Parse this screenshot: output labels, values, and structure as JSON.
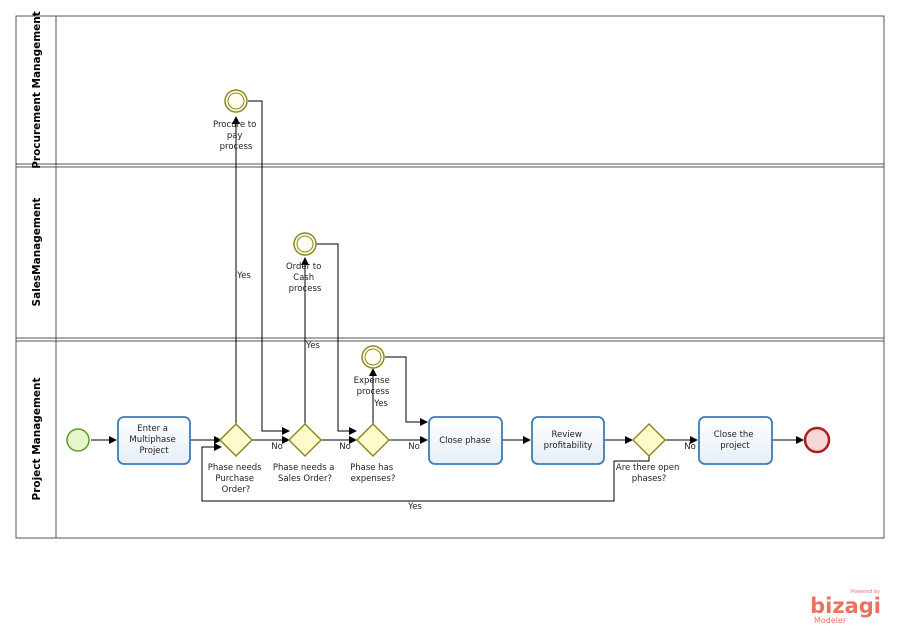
{
  "lanes": [
    {
      "name": "Procurement Management"
    },
    {
      "name": "SalesManagement"
    },
    {
      "name": "Project Management"
    }
  ],
  "tasks": {
    "enter_project": [
      "Enter a",
      "Multiphase",
      "Project"
    ],
    "close_phase": [
      "Close phase"
    ],
    "review_profitability": [
      "Review",
      "profitability"
    ],
    "close_project": [
      "Close the",
      "project"
    ]
  },
  "gateways": {
    "purchase_order": [
      "Phase needs",
      "Purchase",
      "Order?"
    ],
    "sales_order": [
      "Phase needs a",
      "Sales Order?"
    ],
    "expenses": [
      "Phase has",
      "expenses?"
    ],
    "open_phases": [
      "Are there open",
      "phases?"
    ]
  },
  "events": {
    "procure_to_pay": [
      "Procure to",
      "pay",
      "process"
    ],
    "order_to_cash": [
      "Order to",
      "Cash",
      "process"
    ],
    "expense_process": [
      "Expense",
      "process"
    ]
  },
  "flow_labels": {
    "yes": "Yes",
    "no": "No"
  },
  "logo": {
    "powered_by": "Powered by",
    "brand": "bizagi",
    "product": "Modeler"
  },
  "colors": {
    "task_border": "#3d7bb5",
    "gateway_fill": "#fffbcc",
    "gateway_stroke": "#8a8a1e",
    "start_fill": "#e8f5c8",
    "start_stroke": "#5a9a2a",
    "end_fill": "#f6d6d6",
    "end_stroke": "#b31b1b",
    "logo": "#e8735f"
  }
}
